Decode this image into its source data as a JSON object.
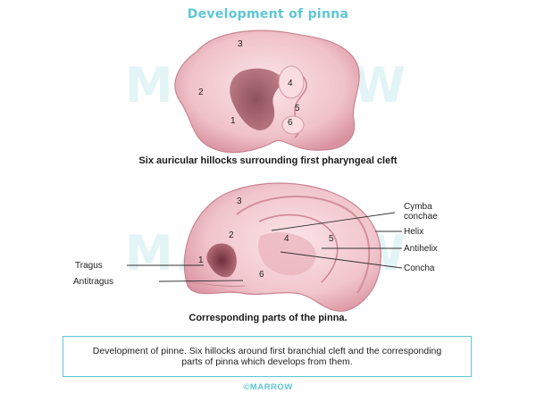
{
  "title": "Development of pinna",
  "watermark": "MARROW",
  "figure1": {
    "caption": "Six auricular hillocks surrounding first pharyngeal cleft",
    "hillocks": [
      "1",
      "2",
      "3",
      "4",
      "5",
      "6"
    ]
  },
  "figure2": {
    "caption": "Corresponding parts of the pinna.",
    "hillocks": [
      "1",
      "2",
      "3",
      "4",
      "5",
      "6"
    ],
    "labels": {
      "tragus": "Tragus",
      "antitragus": "Antitragus",
      "cymba_line1": "Cymba",
      "cymba_line2": "conchae",
      "helix": "Helix",
      "antihelix": "Antihelix",
      "concha": "Concha"
    }
  },
  "description": "Development of pinne. Six hillocks around first branchial cleft and the corresponding parts of pinna which develops from them.",
  "footer": "©MARROW",
  "colors": {
    "accent": "#5ec6d6",
    "tissue": "#f2c9cf",
    "tissue_dark": "#b56d78"
  }
}
